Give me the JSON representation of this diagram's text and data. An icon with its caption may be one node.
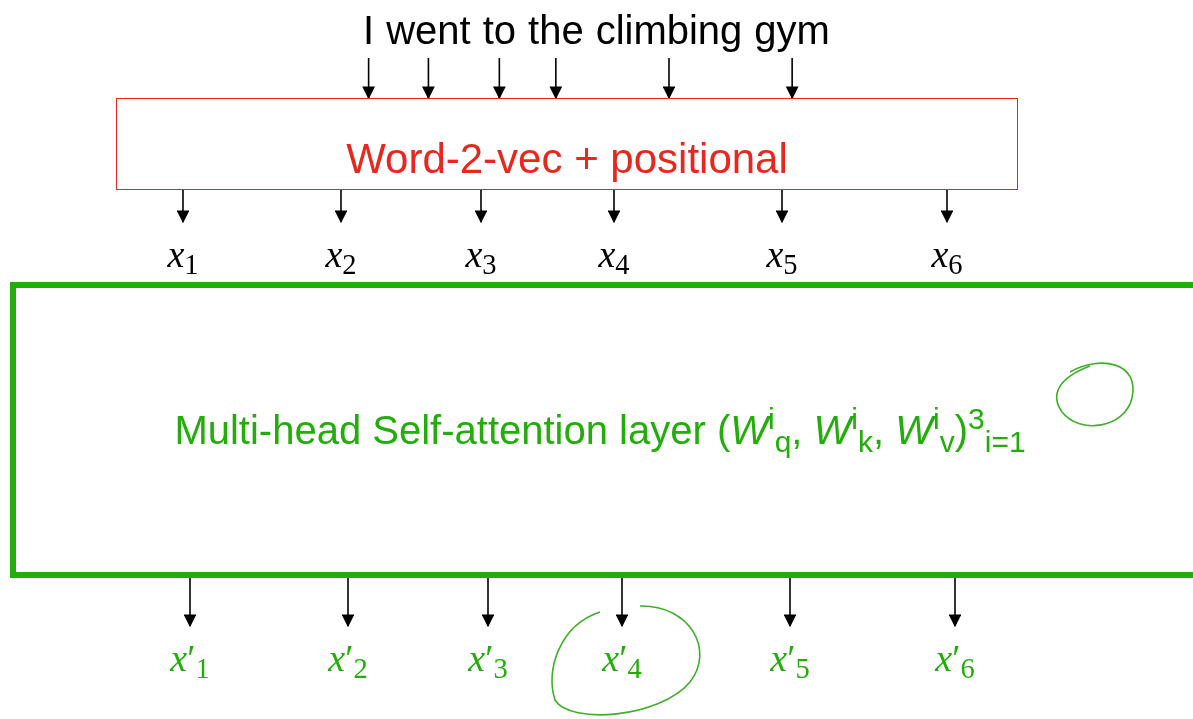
{
  "diagram": {
    "nodes": [
      {
        "text": [
          "I"
        ]
      },
      {
        "text": [
          "went"
        ]
      },
      {
        "text": [
          "to"
        ]
      },
      {
        "text": [
          "the"
        ]
      },
      {
        "text": [
          "climbing"
        ]
      },
      {
        "text": [
          "gym"
        ]
      },
      {
        "text": [
          "Word-2-vec + positional"
        ]
      },
      {
        "text": [
          "*x*$_{1}$"
        ]
      },
      {
        "text": [
          "*x*$_{2}$"
        ]
      },
      {
        "text": [
          "*x*$_{3}$"
        ]
      },
      {
        "text": [
          "*x*$_{4}$"
        ]
      },
      {
        "text": [
          "*x*$_{5}$"
        ]
      },
      {
        "text": [
          "*x*$_{6}$"
        ]
      },
      {
        "text": [
          "Multi-head Self-attention layer (*W*$^{i}$$_{q}$, *W*$^{i}$$_{k}$, *W*$^{i}$$_{v}$)$^{3}$$_{i=1}$"
        ]
      },
      {
        "text": [
          "*x*′$_{1}$"
        ]
      },
      {
        "text": [
          "*x*′$_{2}$"
        ]
      },
      {
        "text": [
          "*x*′$_{3}$"
        ]
      },
      {
        "text": [
          "*x*′$_{4}$"
        ]
      },
      {
        "text": [
          "*x*′$_{5}$"
        ]
      },
      {
        "text": [
          "*x*′$_{6}$"
        ]
      }
    ],
    "edges": [
      {
        "from": 0,
        "to": 6,
        "arrow": "to"
      },
      {
        "from": 1,
        "to": 6,
        "arrow": "to"
      },
      {
        "from": 2,
        "to": 6,
        "arrow": "to"
      },
      {
        "from": 3,
        "to": 6,
        "arrow": "to"
      },
      {
        "from": 4,
        "to": 6,
        "arrow": "to"
      },
      {
        "from": 5,
        "to": 6,
        "arrow": "to"
      },
      {
        "from": 6,
        "to": 7,
        "arrow": "to"
      },
      {
        "from": 6,
        "to": 8,
        "arrow": "to"
      },
      {
        "from": 6,
        "to": 9,
        "arrow": "to"
      },
      {
        "from": 6,
        "to": 10,
        "arrow": "to"
      },
      {
        "from": 6,
        "to": 11,
        "arrow": "to"
      },
      {
        "from": 6,
        "to": 12,
        "arrow": "to"
      },
      {
        "from": 13,
        "to": 14,
        "arrow": "to"
      },
      {
        "from": 13,
        "to": 15,
        "arrow": "to"
      },
      {
        "from": 13,
        "to": 16,
        "arrow": "to"
      },
      {
        "from": 13,
        "to": 17,
        "arrow": "to"
      },
      {
        "from": 13,
        "to": 18,
        "arrow": "to"
      },
      {
        "from": 13,
        "to": 19,
        "arrow": "to"
      }
    ]
  }
}
